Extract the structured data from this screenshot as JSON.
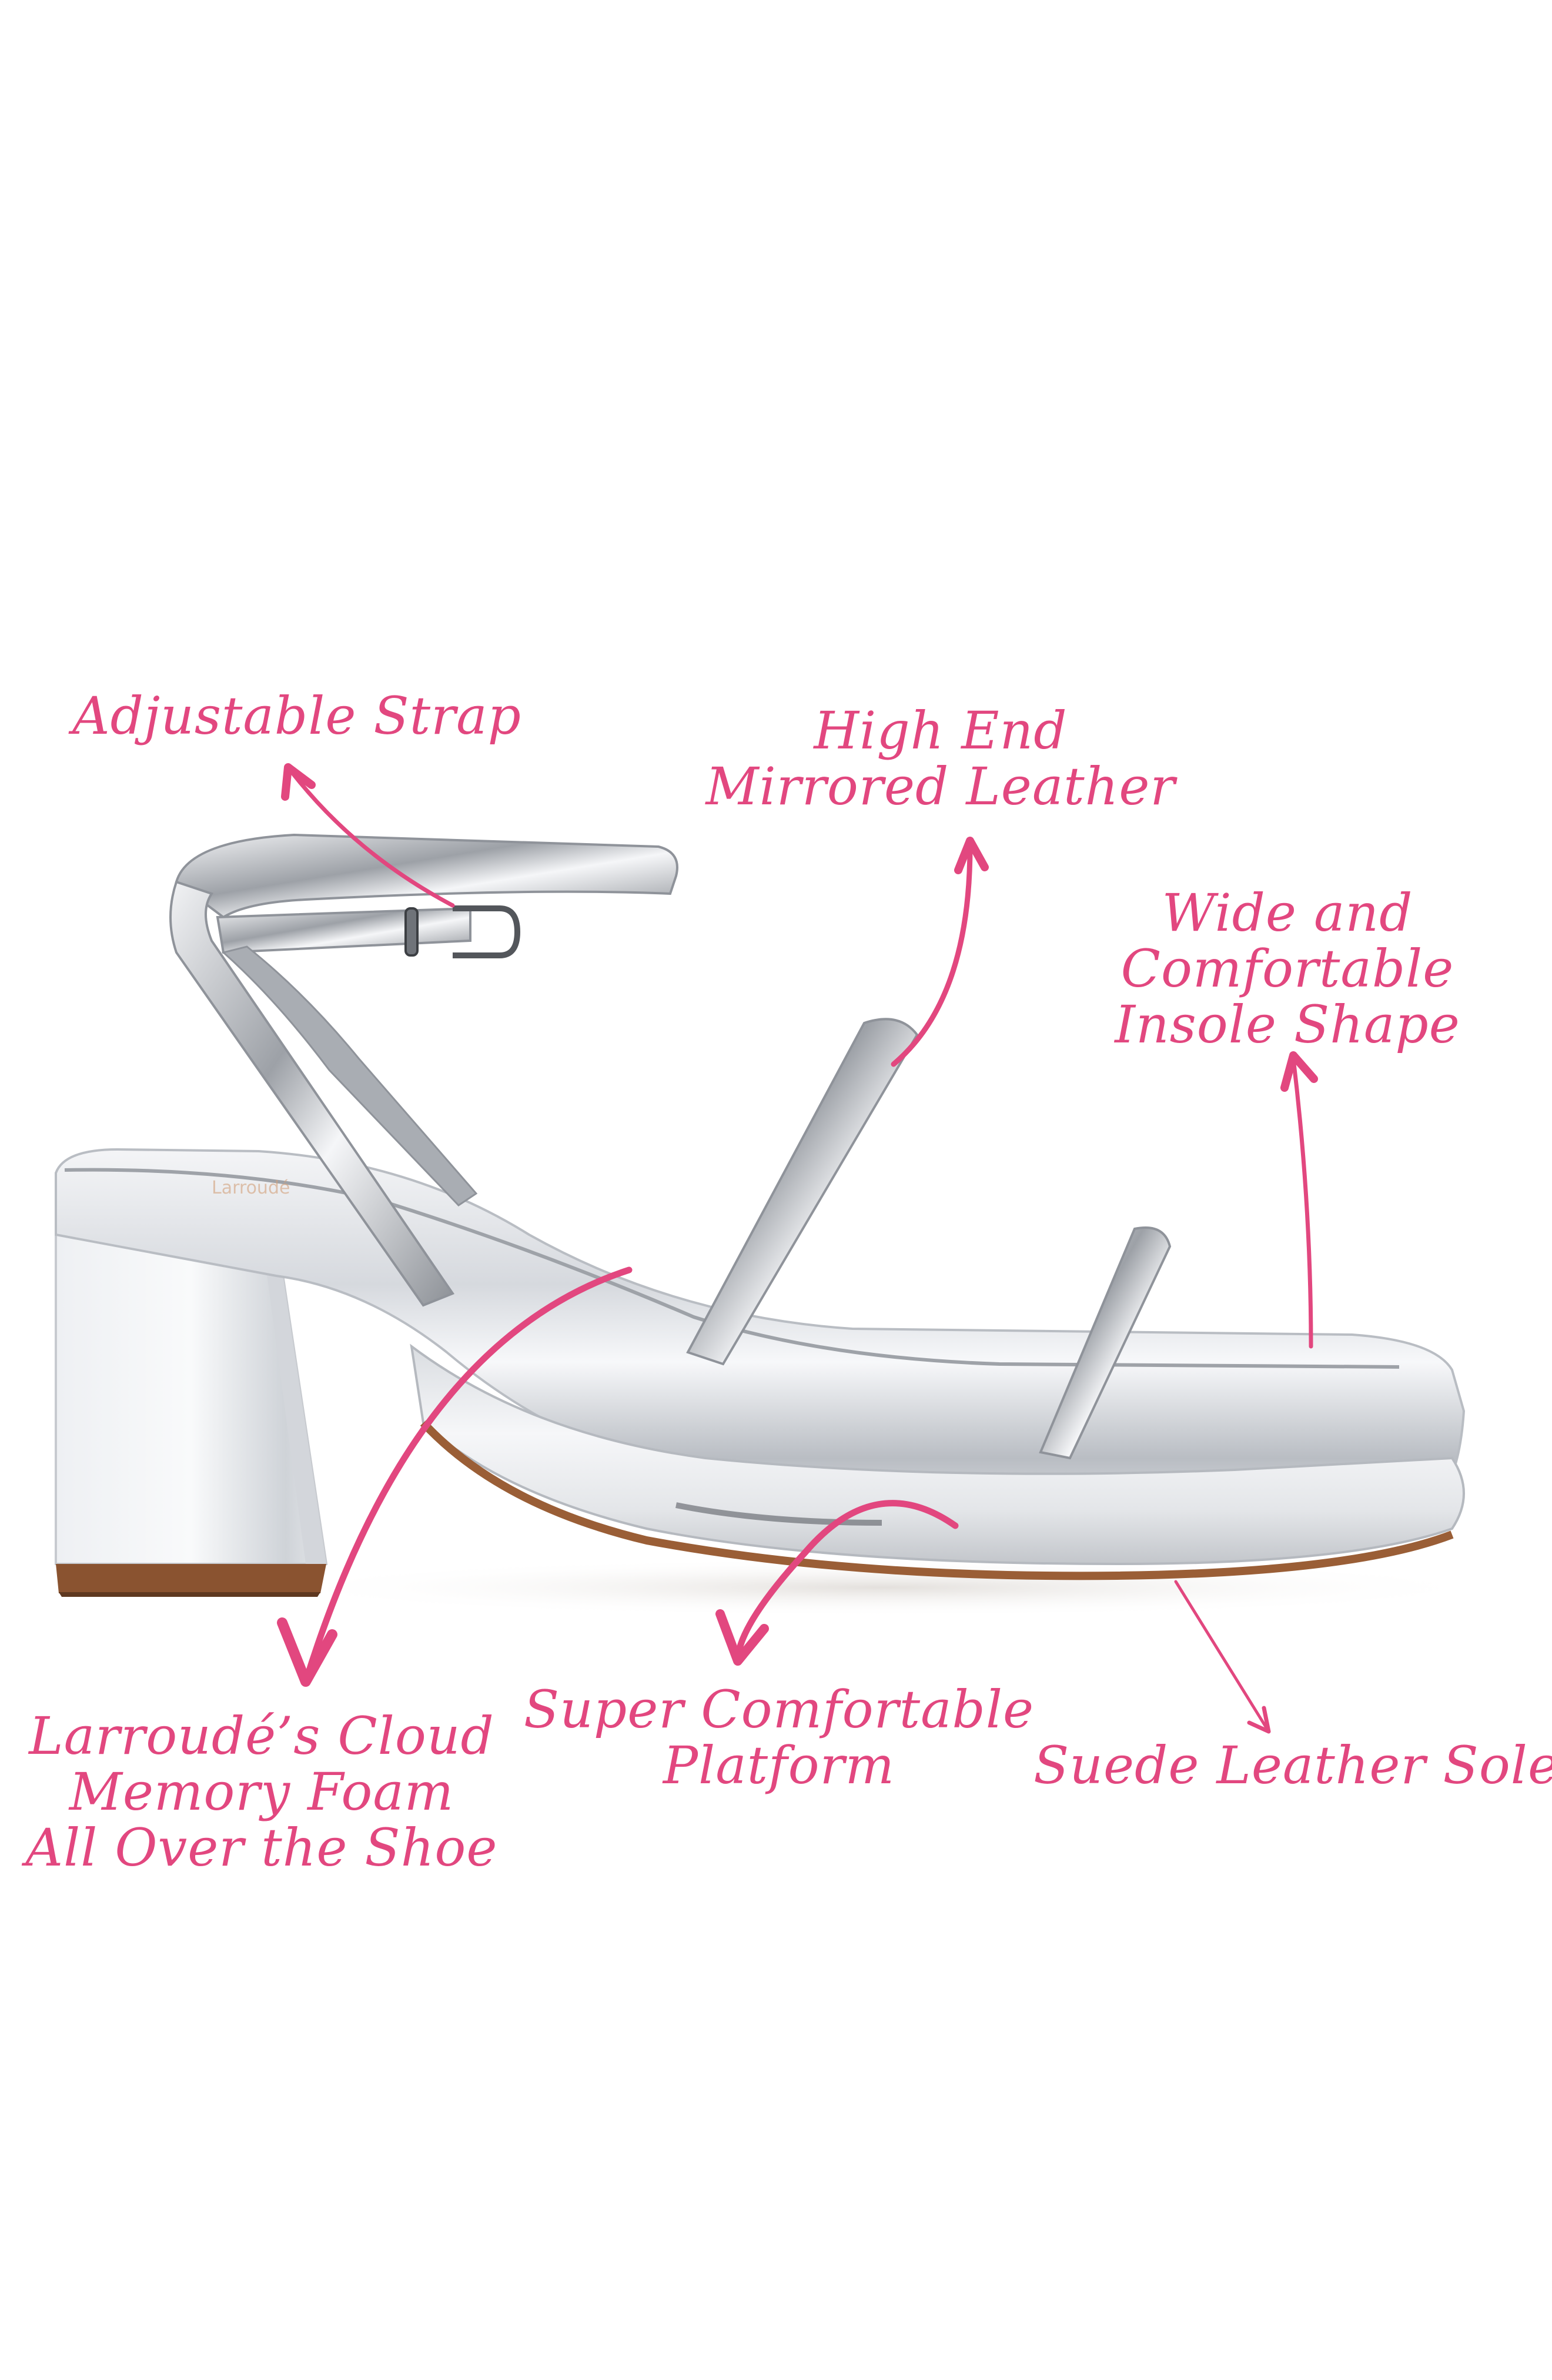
{
  "theme": {
    "accent_color": "#E2477F",
    "background": "#FFFFFF",
    "shoe_silver_light": "#ECEEF1",
    "shoe_silver_mid": "#C6C9CE",
    "shoe_silver_dark": "#7E8288",
    "sole_brown": "#9A5E36"
  },
  "product": {
    "description": "Silver mirrored leather block-heel platform sandal with adjustable ankle strap, side view",
    "icon": "sandal-image"
  },
  "annotations": [
    {
      "id": "adjustable-strap",
      "lines": [
        "Adjustable Strap"
      ]
    },
    {
      "id": "mirrored-leather",
      "lines": [
        "High End",
        "Mirrored Leather"
      ]
    },
    {
      "id": "insole-shape",
      "lines": [
        "Wide and",
        "Comfortable",
        "Insole Shape"
      ]
    },
    {
      "id": "memory-foam",
      "lines": [
        "Larroudé’s Cloud",
        "Memory Foam",
        "All Over the Shoe"
      ]
    },
    {
      "id": "platform",
      "lines": [
        "Super Comfortable",
        "Platform"
      ]
    },
    {
      "id": "sole",
      "lines": [
        "Suede Leather Sole"
      ]
    }
  ]
}
